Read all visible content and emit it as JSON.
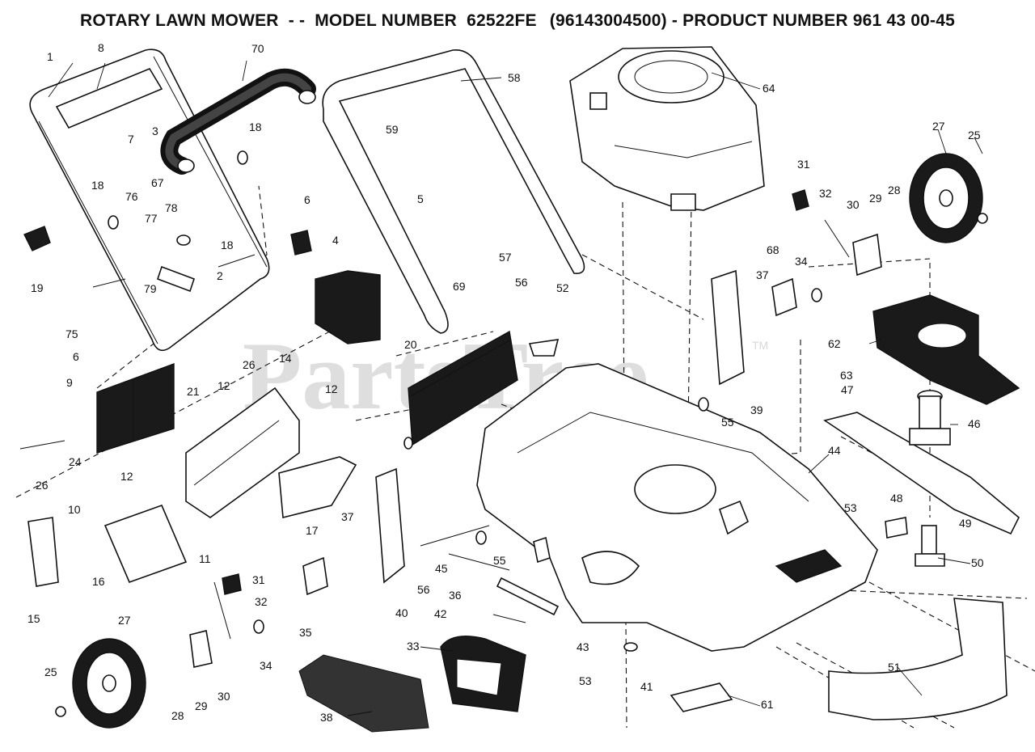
{
  "title": {
    "prefix": "ROTARY LAWN MOWER",
    "separator": "- -",
    "model_label": "MODEL NUMBER",
    "model_number": "62522FE",
    "model_code": "(96143004500)",
    "product_label": "- PRODUCT NUMBER",
    "product_number": "961 43 00-45"
  },
  "watermark": {
    "text": "PartsTree",
    "tm": "TM"
  },
  "callouts": {
    "c1": "1",
    "c8": "8",
    "c70": "70",
    "c58": "58",
    "c64": "64",
    "c27a": "27",
    "c25a": "25",
    "c3": "3",
    "c7": "7",
    "c18a": "18",
    "c59": "59",
    "c67": "67",
    "c5": "5",
    "c31a": "31",
    "c32a": "32",
    "c30a": "30",
    "c29a": "29",
    "c28a": "28",
    "c18b": "18",
    "c76": "76",
    "c77": "77",
    "c78": "78",
    "c18c": "18",
    "c6a": "6",
    "c2": "2",
    "c79": "79",
    "c19": "19",
    "c75": "75",
    "c4": "4",
    "c57": "57",
    "c56a": "56",
    "c69": "69",
    "c52": "52",
    "c68": "68",
    "c37a": "37",
    "c34a": "34",
    "c62": "62",
    "c63": "63",
    "c47": "47",
    "c46": "46",
    "c6b": "6",
    "c26a": "26",
    "c21": "21",
    "c20": "20",
    "c14": "14",
    "c12a": "12",
    "c12b": "12",
    "c9": "9",
    "c24": "24",
    "c26b": "26",
    "c55a": "55",
    "c39": "39",
    "c44": "44",
    "c48": "48",
    "c49": "49",
    "c53a": "53",
    "c50": "50",
    "c12c": "12",
    "c10": "10",
    "c17": "17",
    "c11": "11",
    "c16": "16",
    "c15": "15",
    "c37b": "37",
    "c55b": "55",
    "c45": "45",
    "c56b": "56",
    "c36": "36",
    "c40": "40",
    "c42": "42",
    "c31b": "31",
    "c32b": "32",
    "c35": "35",
    "c27b": "27",
    "c34b": "34",
    "c25b": "25",
    "c28b": "28",
    "c29b": "29",
    "c30b": "30",
    "c33": "33",
    "c43": "43",
    "c53b": "53",
    "c41": "41",
    "c61": "61",
    "c51": "51",
    "c38": "38"
  }
}
